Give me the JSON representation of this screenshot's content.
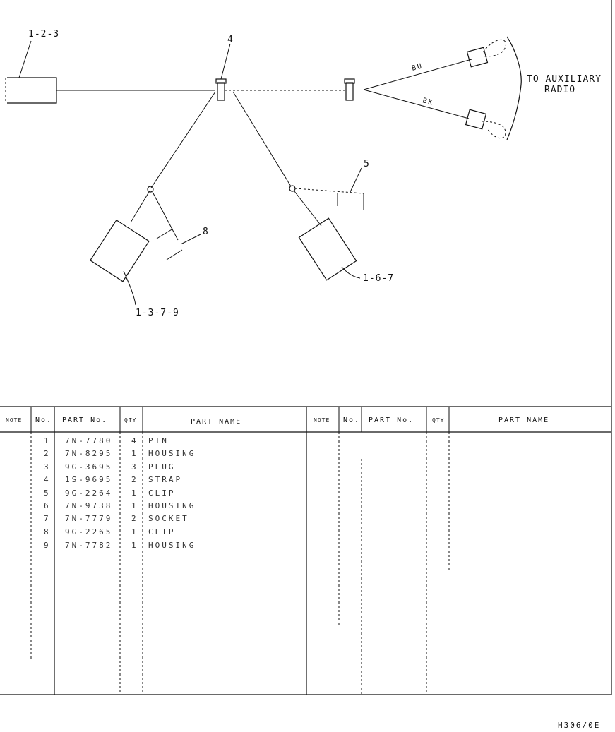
{
  "diagram": {
    "callouts": {
      "c_1_2_3": "1-2-3",
      "c_4": "4",
      "c_5": "5",
      "c_8": "8",
      "c_1_3_7_9": "1-3-7-9",
      "c_1_6_7": "1-6-7"
    },
    "wire_labels": {
      "bu": "BU",
      "bk": "BK"
    },
    "destination": {
      "line1": "TO AUXILIARY",
      "line2": "RADIO"
    }
  },
  "table": {
    "left_headers": {
      "note": "NOTE",
      "no": "No.",
      "part_no": "PART No.",
      "qty": "QTY",
      "part_name": "PART NAME"
    },
    "right_headers": {
      "note": "NOTE",
      "no": "No.",
      "part_no": "PART No.",
      "qty": "QTY",
      "part_name": "PART NAME"
    },
    "rows": [
      {
        "no": "1",
        "part_no": "7N-7780",
        "qty": "4",
        "name": "PIN"
      },
      {
        "no": "2",
        "part_no": "7N-8295",
        "qty": "1",
        "name": "HOUSING"
      },
      {
        "no": "3",
        "part_no": "9G-3695",
        "qty": "3",
        "name": "PLUG"
      },
      {
        "no": "4",
        "part_no": "1S-9695",
        "qty": "2",
        "name": "STRAP"
      },
      {
        "no": "5",
        "part_no": "9G-2264",
        "qty": "1",
        "name": "CLIP"
      },
      {
        "no": "6",
        "part_no": "7N-9738",
        "qty": "1",
        "name": "HOUSING"
      },
      {
        "no": "7",
        "part_no": "7N-7779",
        "qty": "2",
        "name": "SOCKET"
      },
      {
        "no": "8",
        "part_no": "9G-2265",
        "qty": "1",
        "name": "CLIP"
      },
      {
        "no": "9",
        "part_no": "7N-7782",
        "qty": "1",
        "name": "HOUSING"
      }
    ]
  },
  "footer": {
    "code": "H306/0E"
  }
}
